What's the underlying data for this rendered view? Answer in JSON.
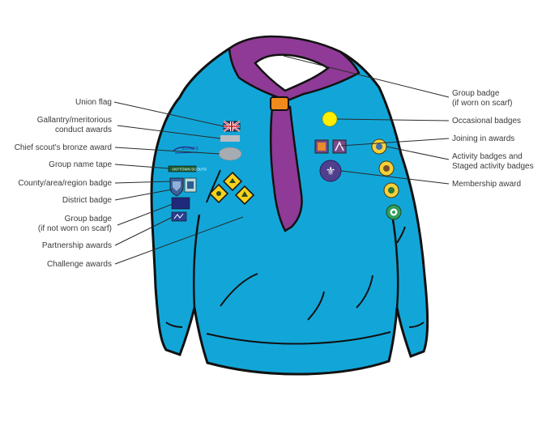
{
  "labels": {
    "union_flag": "Union flag",
    "gallantry_1": "Gallantry/meritorious",
    "gallantry_2": "conduct awards",
    "chief_scout": "Chief scout's bronze award",
    "name_tape": "Group name tape",
    "county": "County/area/region badge",
    "district": "District badge",
    "group_badge_left_1": "Group badge",
    "group_badge_left_2": "(if not worn on scarf)",
    "partnership": "Partnership awards",
    "challenge": "Challenge awards",
    "group_badge_right_1": "Group badge",
    "group_badge_right_2": "(if worn on scarf)",
    "occasional": "Occasional badges",
    "joining_in": "Joining in awards",
    "activity_1": "Activity badges and",
    "activity_2": "Staged activity badges",
    "membership": "Membership award"
  },
  "badge_text": {
    "name_tape": "ANYTOWN SCOUTS",
    "chief_scout_text": "SCOUTS"
  },
  "colors": {
    "jumper": "#12a6d8",
    "jumper_outline": "#111111",
    "scarf": "#8e3a96",
    "woggle": "#f08a1c",
    "occasional_badge": "#ffee00",
    "membership_badge": "#4f3f8f",
    "label_text": "#3a3a3a"
  },
  "icons": {
    "membership": "fleur-de-lis-icon",
    "union_flag": "union-flag-icon"
  }
}
